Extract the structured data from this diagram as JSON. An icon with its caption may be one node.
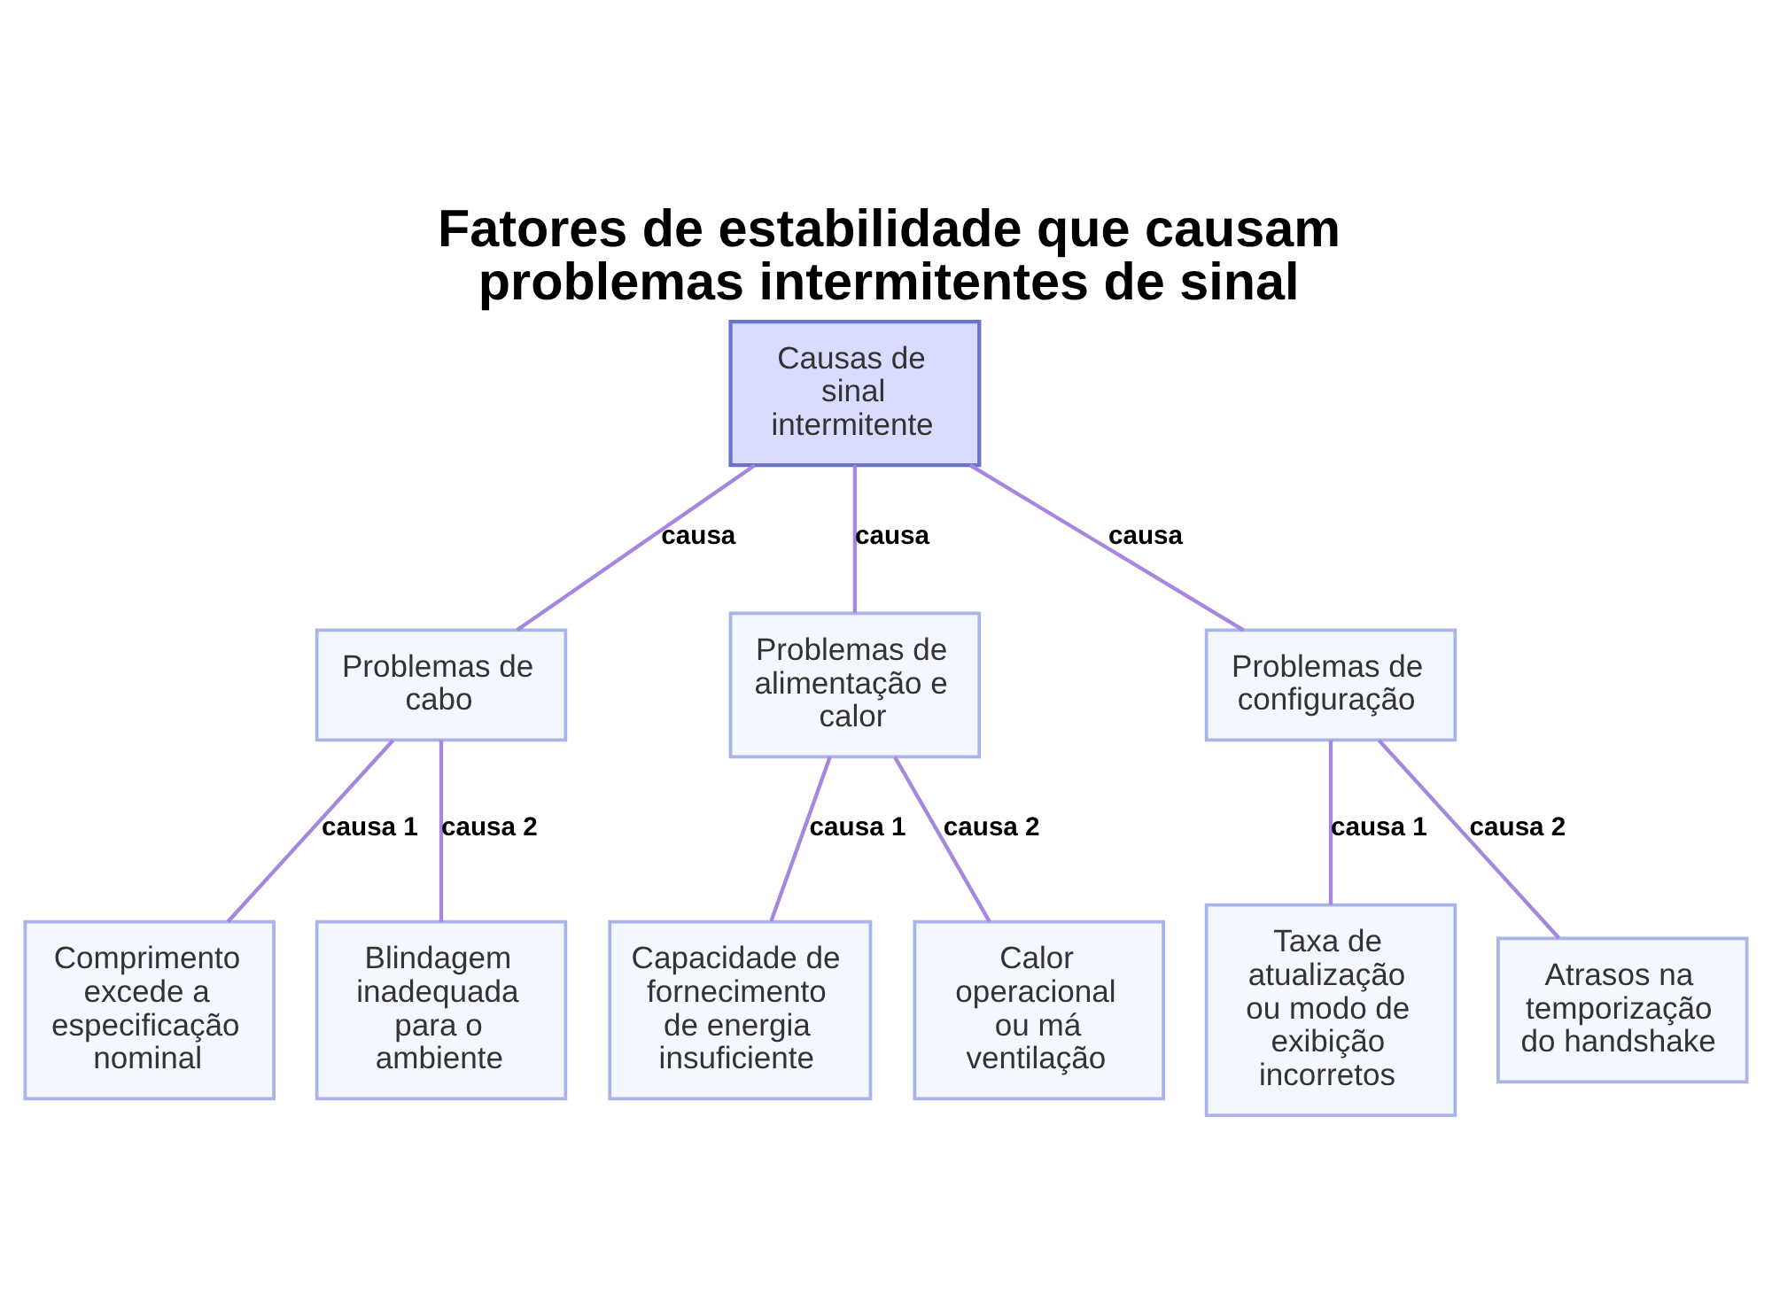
{
  "diagram": {
    "title": "Fatores de estabilidade que causam problemas intermitentes de sinal",
    "nodes": [
      {
        "text": [
          "Causas de sinal intermitente"
        ]
      },
      {
        "text": [
          "Problemas de cabo"
        ]
      },
      {
        "text": [
          "Problemas de alimentação e calor"
        ]
      },
      {
        "text": [
          "Problemas de configuração"
        ]
      },
      {
        "text": [
          "Comprimento excede a especificação nominal"
        ]
      },
      {
        "text": [
          "Blindagem inadequada para o ambiente"
        ]
      },
      {
        "text": [
          "Capacidade de fornecimento de energia insuficiente"
        ]
      },
      {
        "text": [
          "Calor operacional ou má ventilação"
        ]
      },
      {
        "text": [
          "Taxa de atualização ou modo de exibição incorretos"
        ]
      },
      {
        "text": [
          "Atrasos na temporização do handshake"
        ]
      }
    ],
    "edges": [
      {
        "from": 0,
        "to": 1,
        "arrow": "none",
        "label": "causa"
      },
      {
        "from": 0,
        "to": 2,
        "arrow": "none",
        "label": "causa"
      },
      {
        "from": 0,
        "to": 3,
        "arrow": "none",
        "label": "causa"
      },
      {
        "from": 1,
        "to": 4,
        "arrow": "none",
        "label": "causa 1"
      },
      {
        "from": 1,
        "to": 5,
        "arrow": "none",
        "label": "causa 2"
      },
      {
        "from": 2,
        "to": 6,
        "arrow": "none",
        "label": "causa 1"
      },
      {
        "from": 2,
        "to": 7,
        "arrow": "none",
        "label": "causa 2"
      },
      {
        "from": 3,
        "to": 8,
        "arrow": "none",
        "label": "causa 1"
      },
      {
        "from": 3,
        "to": 9,
        "arrow": "none",
        "label": "causa 2"
      }
    ]
  }
}
